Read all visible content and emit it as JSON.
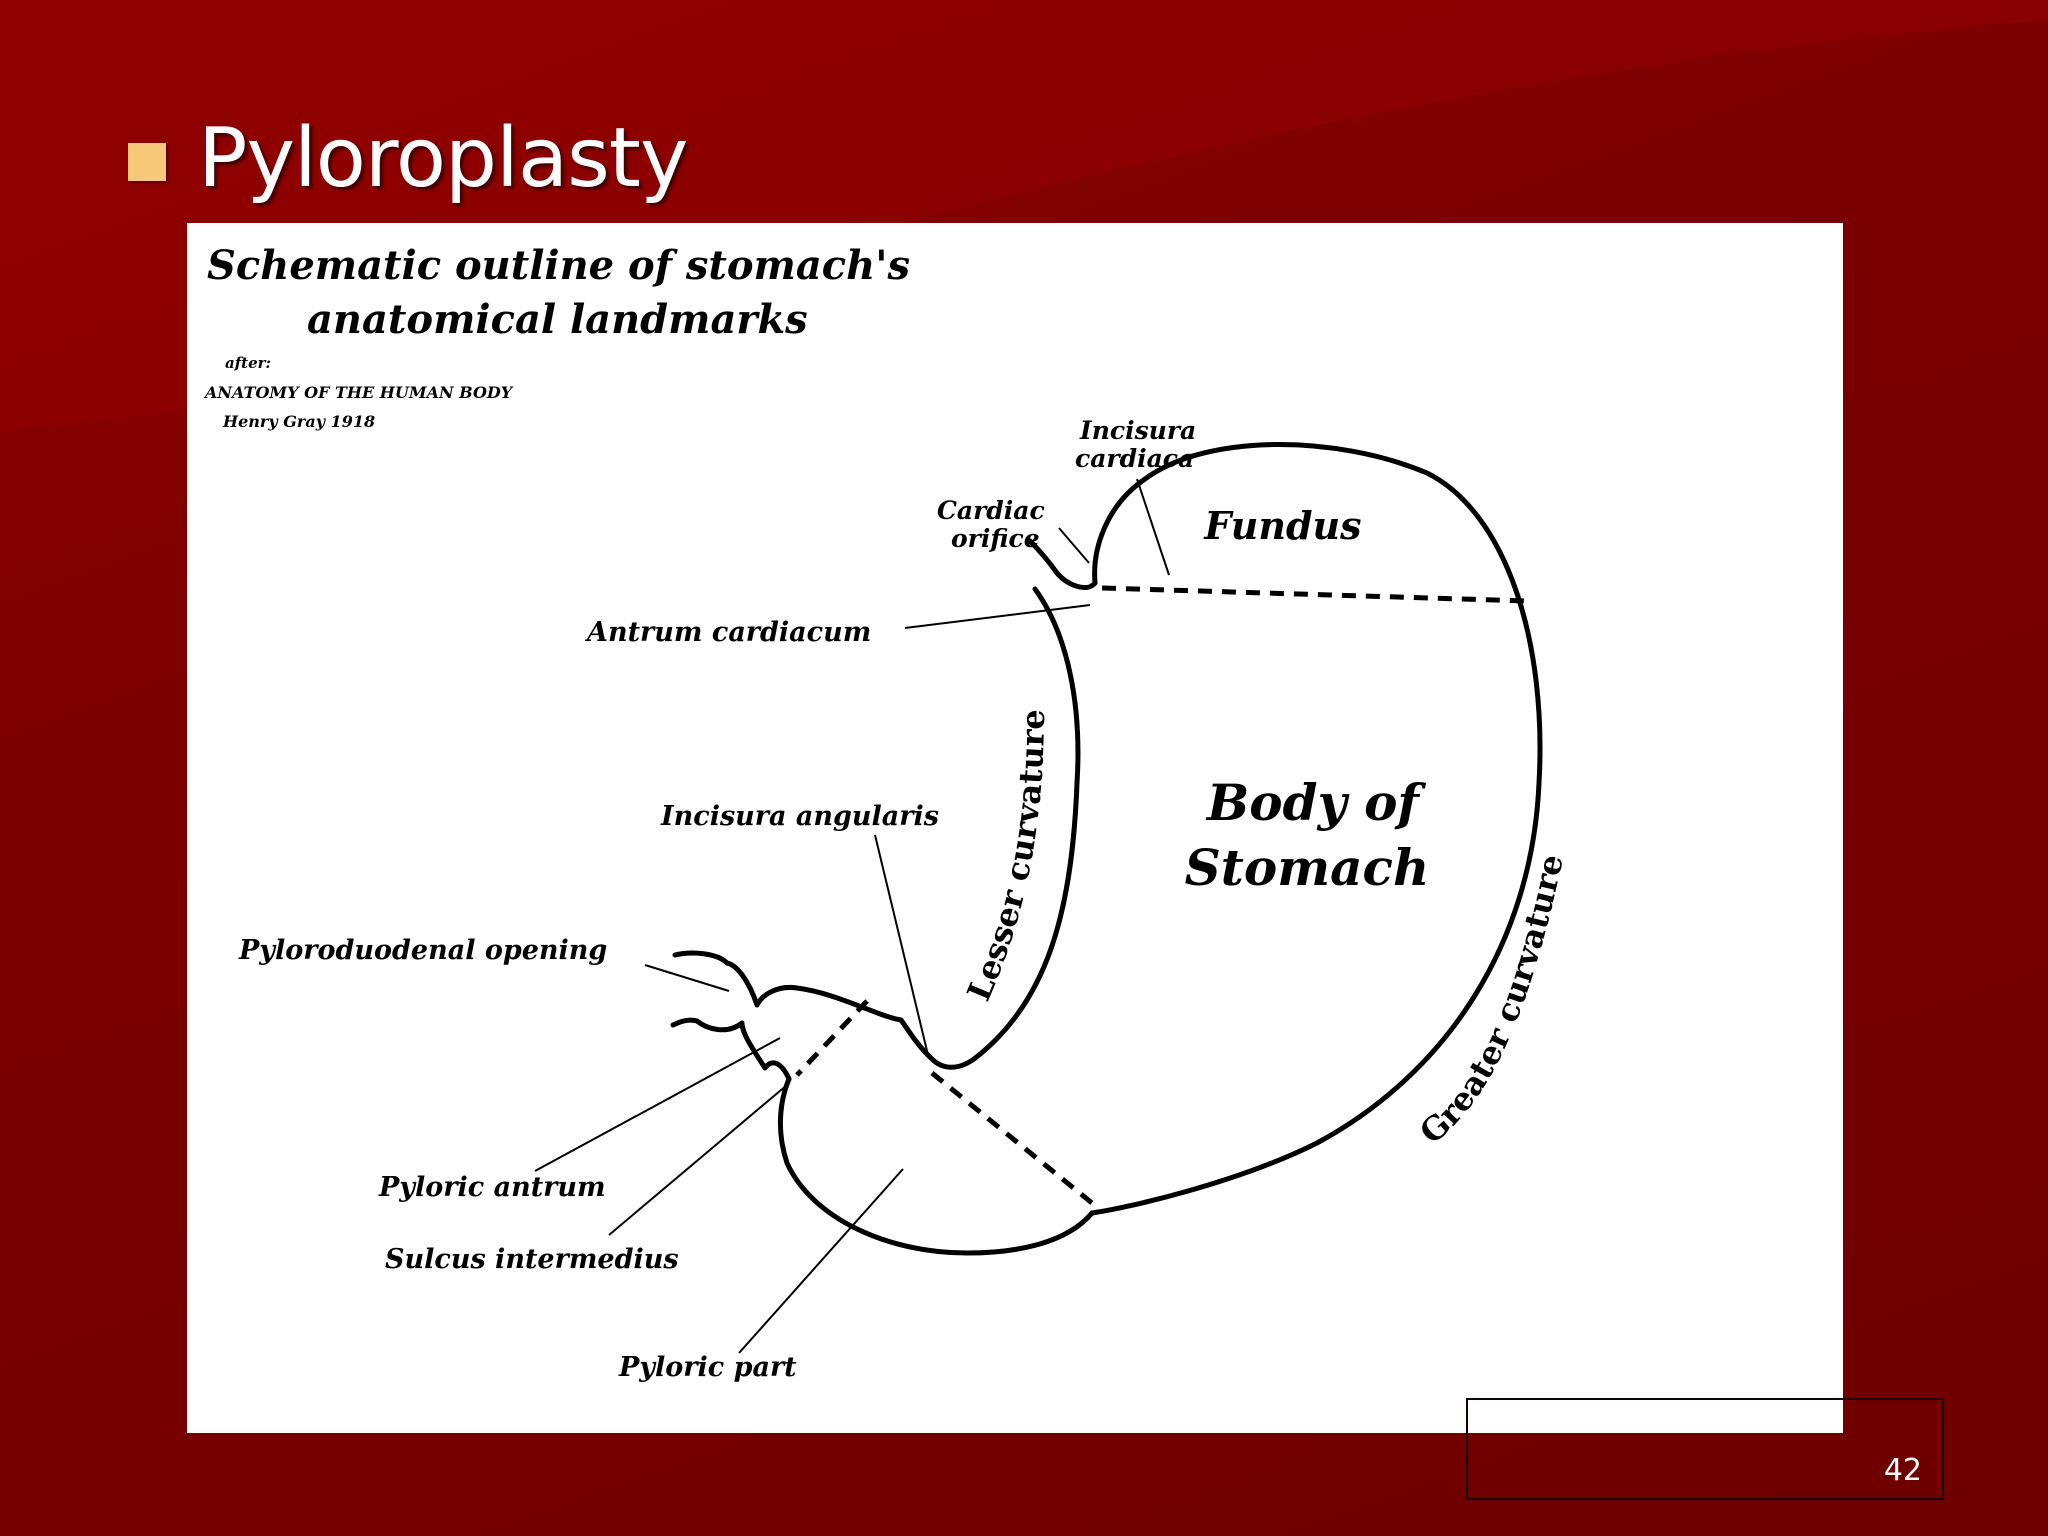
{
  "slide": {
    "title": "Pyloroplasty",
    "page_number": "42"
  },
  "figure": {
    "heading_line1": "Schematic outline of stomach's",
    "heading_line2": "anatomical landmarks",
    "credit_after": "after:",
    "credit_book": "ANATOMY  OF THE HUMAN BODY",
    "credit_author": "Henry Gray 1918",
    "labels": {
      "incisura_cardiaca_1": "Incisura",
      "incisura_cardiaca_2": "cardiaca",
      "cardiac_orifice_1": "Cardiac",
      "cardiac_orifice_2": "orifice",
      "fundus": "Fundus",
      "antrum_cardiacum": "Antrum cardiacum",
      "lesser_curvature": "Lesser curvature",
      "body_1": "Body of",
      "body_2": "Stomach",
      "incisura_angularis": "Incisura angularis",
      "greater_curvature": "Greater curvature",
      "pyloroduodenal_opening": "Pyloroduodenal opening",
      "pyloric_antrum": "Pyloric antrum",
      "sulcus_intermedius": "Sulcus intermedius",
      "pyloric_part": "Pyloric part"
    }
  },
  "colors": {
    "background": "#7c0000",
    "bullet": "#f6c87a",
    "title": "#ffffff",
    "ink": "#000000"
  }
}
